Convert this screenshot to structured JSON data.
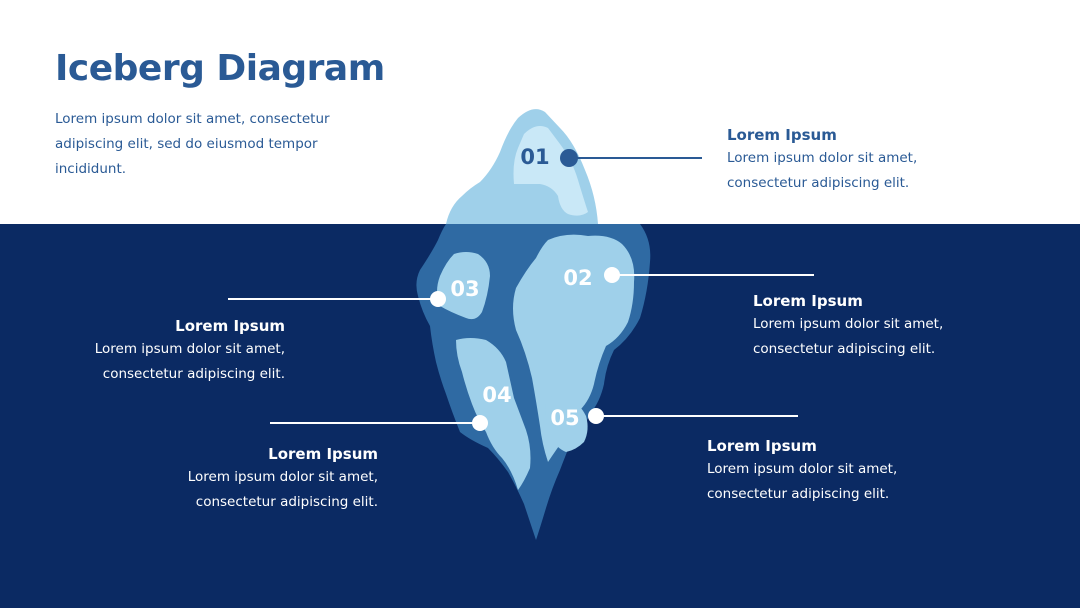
{
  "header": {
    "title": "Iceberg Diagram",
    "description": "Lorem ipsum dolor sit amet, consectetur adipiscing elit, sed do eiusmod tempor incididunt."
  },
  "colors": {
    "sky": "#ffffff",
    "sea": "#0b2a63",
    "accent_text": "#2a5a95",
    "ice_light": "#9fd0ea",
    "ice_lighter": "#c9e8f7",
    "ice_dark": "#2f6aa3"
  },
  "items": [
    {
      "number": "01",
      "heading": "Lorem Ipsum",
      "text": "Lorem ipsum dolor sit amet, consectetur adipiscing elit."
    },
    {
      "number": "02",
      "heading": "Lorem Ipsum",
      "text": "Lorem ipsum dolor sit amet, consectetur adipiscing elit."
    },
    {
      "number": "03",
      "heading": "Lorem Ipsum",
      "text": "Lorem ipsum dolor sit amet, consectetur adipiscing elit."
    },
    {
      "number": "04",
      "heading": "Lorem Ipsum",
      "text": "Lorem ipsum dolor sit amet, consectetur adipiscing elit."
    },
    {
      "number": "05",
      "heading": "Lorem Ipsum",
      "text": "Lorem ipsum dolor sit amet, consectetur adipiscing elit."
    }
  ]
}
